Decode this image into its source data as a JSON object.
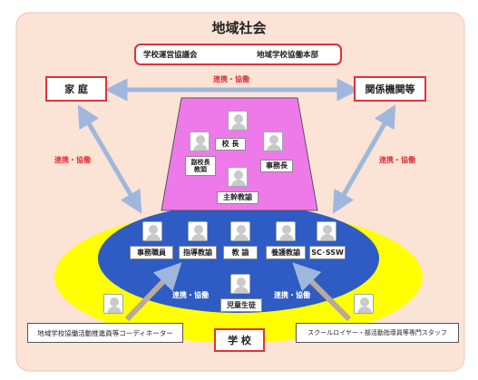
{
  "title": "地域社会",
  "top_box": {
    "left": "学校運営協議会",
    "right": "地域学校協働本部"
  },
  "family": "家 庭",
  "agencies": "関係機関等",
  "school": "学 校",
  "collab": "連携・協働",
  "pyramid": {
    "principal": "校 長",
    "vice_principal": "副校長\n教頭",
    "office_chief": "事務長",
    "chief_teacher": "主幹教諭"
  },
  "staff": {
    "clerk": "事務職員",
    "guidance": "指導教諭",
    "teacher": "教 諭",
    "nurse": "養護教諭",
    "sc_ssw": "SC･SSW"
  },
  "students": "児童生徒",
  "coordinator": "地域学校協働活動推進員等コーディネーター",
  "specialists": "スクールロイヤー・部活動指導員等専門スタッフ",
  "colors": {
    "background": "#fbe3d6",
    "ellipse_outer": "#ffff00",
    "ellipse_inner": "#2e5cc4",
    "pyramid": "#ee7ae9",
    "accent_red": "#e0323a",
    "arrow": "#9fb7dc"
  },
  "icons": [
    "person-icon",
    "two-way-arrow-icon"
  ]
}
